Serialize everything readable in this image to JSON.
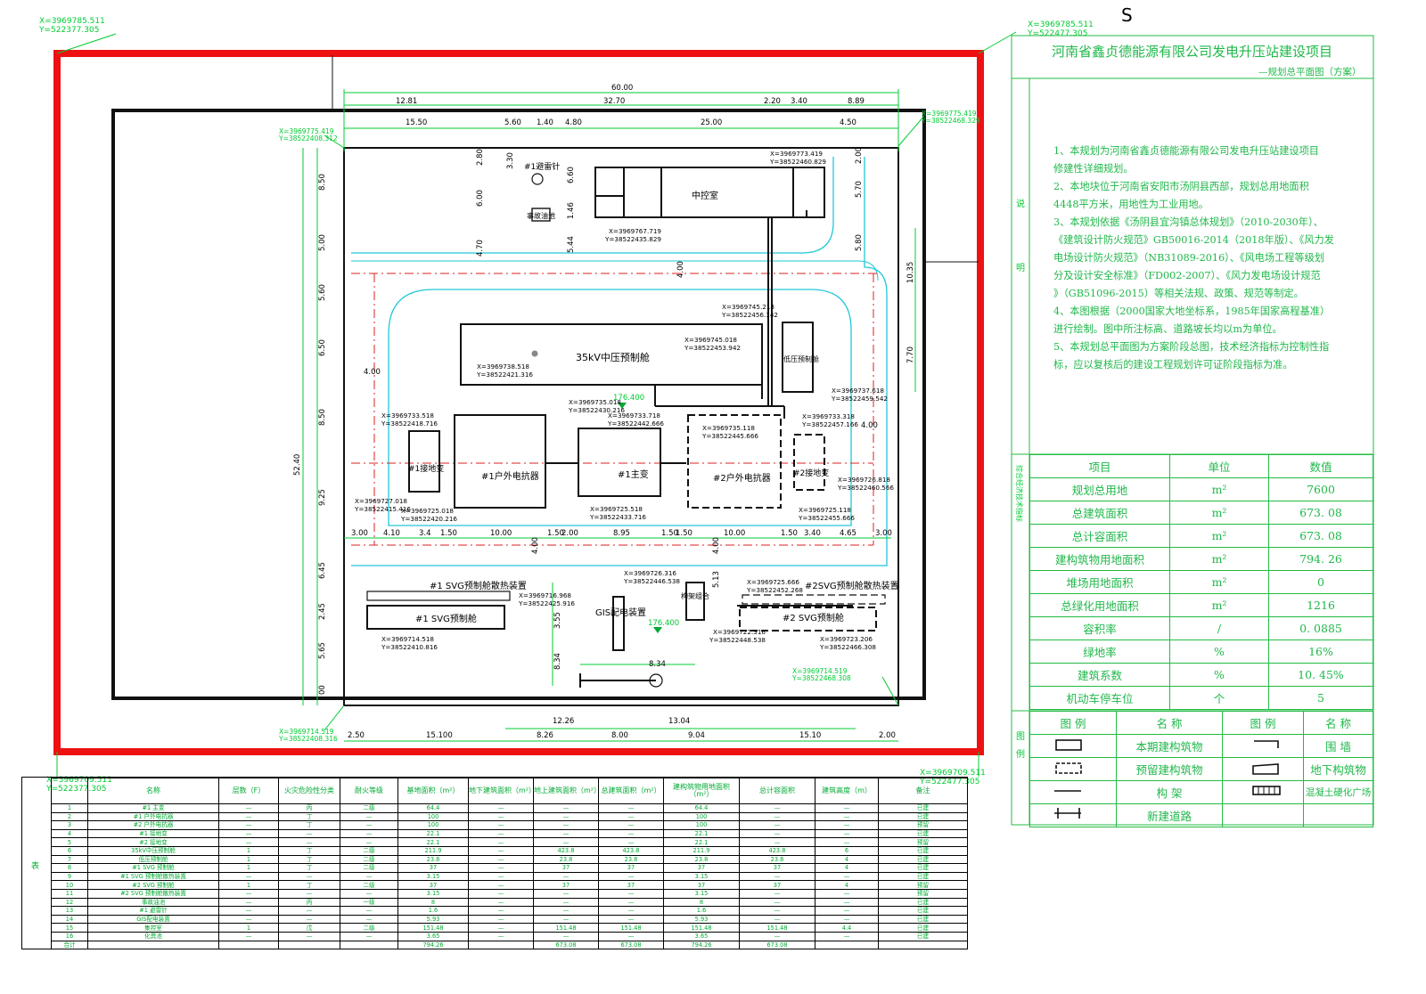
{
  "title_block": {
    "title": "河南省鑫贞德能源有限公司发电升压站建设项目",
    "subtitle": "—规划总平面图（方案）",
    "side_labels": [
      "说",
      "明",
      "综合经济技术指标",
      "图",
      "例"
    ]
  },
  "north_mark": "S",
  "notes": [
    "1、本规划为河南省鑫贞德能源有限公司发电升压站建设项目",
    "修建性详细规划。",
    "2、本地块位于河南省安阳市汤阴县西部，规划总用地面积",
    "4448平方米，用地性为工业用地。",
    "3、本规划依据《汤阴县宜沟镇总体规划》（2010-2030年）、",
    "《建筑设计防火规范》GB50016-2014（2018年版）、《风力发",
    "电场设计防火规范》（NB31089-2016）、《风电场工程等级划",
    "分及设计安全标准》（FD002-2007）、《风力发电场设计规范",
    "》（GB51096-2015）等相关法规、政策、规范等制定。",
    "4、本图根据（2000国家大地坐标系，1985年国家高程基准）",
    "进行绘制。图中所注标高、道路坡长均以m为单位。",
    "5、本规划总平面图为方案阶段总图，技术经济指标为控制性指",
    "标，应以复核后的建设工程规划许可证阶段指标为准。"
  ],
  "indicators": {
    "headers": [
      "项目",
      "单位",
      "数值"
    ],
    "rows": [
      [
        "规划总用地",
        "m²",
        "7600"
      ],
      [
        "总建筑面积",
        "m²",
        "673. 08"
      ],
      [
        "总计容面积",
        "m²",
        "673. 08"
      ],
      [
        "建构筑物用地面积",
        "m²",
        "794. 26"
      ],
      [
        "堆场用地面积",
        "m²",
        "0"
      ],
      [
        "总绿化用地面积",
        "m²",
        "1216"
      ],
      [
        "容积率",
        "/",
        "0. 0885"
      ],
      [
        "绿地率",
        "%",
        "16%"
      ],
      [
        "建筑系数",
        "%",
        "10. 45%"
      ],
      [
        "机动车停车位",
        "个",
        "5"
      ]
    ]
  },
  "legend": {
    "headers": [
      "图 例",
      "名 称",
      "图 例",
      "名 称"
    ],
    "items": [
      "本期建构筑物",
      "预留建构筑物",
      "构 架",
      "新建道路",
      "围 墙",
      "地下构筑物",
      "混凝土硬化广场"
    ]
  },
  "coords": {
    "tl_outer": [
      "X=3969785.511",
      "Y=522377.305"
    ],
    "tr_outer": [
      "X=3969785.511",
      "Y=522477.305"
    ],
    "bl_outer": [
      "X=3969709.511",
      "Y=522377.305"
    ],
    "br_outer": [
      "X=3969709.511",
      "Y=522477.305"
    ],
    "tl_site": [
      "X=3969775.419",
      "Y=38522408.312"
    ],
    "tr_site": [
      "X=3969775.419",
      "Y=38522468.329"
    ],
    "bl_site": [
      "X=3969714.519",
      "Y=38522408.316"
    ],
    "br_site": [
      "X=3969714.519",
      "Y=38522468.308"
    ]
  },
  "dims": {
    "top": [
      "60.00",
      "12.81",
      "32.70",
      "2.20",
      "3.40",
      "8.89",
      "15.50",
      "5.60",
      "1.40",
      "4.80",
      "25.00",
      "4.50"
    ],
    "left": [
      "8.50",
      "5.00",
      "5.60",
      "6.50",
      "8.50",
      "9.25",
      "6.45",
      "2.45",
      "5.65",
      "52.40",
      "00"
    ],
    "bottom": [
      "2.50",
      "15.100",
      "12.26",
      "8.26",
      "8.00",
      "13.04",
      "9.04",
      "15.10",
      "2.00"
    ],
    "mid": [
      "3.00",
      "4.10",
      "3.4",
      "1.50",
      "10.00",
      "1.50",
      "2.00",
      "8.95",
      "1.50",
      "1.50",
      "10.00",
      "1.50",
      "3.40",
      "4.65",
      "3.00"
    ],
    "inner": [
      "2.80",
      "3.30",
      "6.00",
      "4.70",
      "6.60",
      "1.46",
      "5.44",
      "4.00",
      "2.00",
      "5.70",
      "5.80",
      "10.35",
      "7.70",
      "4.00",
      "4.00",
      "4.00",
      "4.00",
      "5.13",
      "3.55",
      "8.34"
    ]
  },
  "buildings": {
    "control_room": "中控室",
    "switchgear": "35kV中压预制舱",
    "lowvolt": "低压预制舱",
    "lightning": "#1避雷针",
    "accident_pool": "事故油池",
    "reactor1": "#1户外电抗器",
    "reactor2": "#2户外电抗器",
    "transformer": "#1主变",
    "ground1": "#1接地变",
    "ground2": "#2接地变",
    "svg1_cool": "#1 SVG预制舱散热装置",
    "svg1": "#1 SVG预制舱",
    "svg2_cool": "#2SVG预制舱散热装置",
    "svg2": "#2 SVG预制舱",
    "gis": "GIS配电装置",
    "sub_label": "构架组合",
    "elev1": "176.400",
    "elev2": "176.400"
  },
  "point_coords": [
    "X=3969773.419",
    "Y=38522460.829",
    "X=3969767.719",
    "Y=38522435.829",
    "X=3969745.218",
    "Y=38522456.142",
    "X=3969745.018",
    "Y=38522453.942",
    "X=3969738.518",
    "Y=38522421.316",
    "X=3969737.618",
    "Y=38522459.542",
    "X=3969735.018",
    "Y=38522430.216",
    "X=3969733.518",
    "Y=38522418.716",
    "X=3969733.718",
    "Y=38522442.666",
    "X=3969735.118",
    "Y=38522445.666",
    "X=3969733.318",
    "Y=38522457.166",
    "X=3969727.018",
    "Y=38522415.416",
    "X=3969725.018",
    "Y=38522420.216",
    "X=3969725.518",
    "Y=38522433.716",
    "X=3969726.818",
    "Y=38522460.566",
    "X=3969725.118",
    "Y=38522455.666",
    "X=3969726.316",
    "Y=38522446.538",
    "X=3969725.666",
    "Y=38522452.268",
    "X=3969716.968",
    "Y=38522425.916",
    "X=3969714.518",
    "Y=38522410.816",
    "X=3969722.316",
    "Y=38522448.538",
    "X=3969723.206",
    "Y=38522466.308"
  ],
  "building_table": {
    "side_label": "表",
    "headers": [
      "",
      "名称",
      "层数（F）",
      "火灾危险性分类",
      "耐火等级",
      "基地面积（m²）",
      "地下建筑面积（m²）",
      "地上建筑面积（m²）",
      "总建筑面积（m²）",
      "建构筑物用地面积（m²）",
      "总计容面积",
      "建筑高度（m）",
      "备注"
    ],
    "rows": [
      [
        "1",
        "#1 主变",
        "—",
        "丙",
        "二级",
        "64.4",
        "—",
        "—",
        "—",
        "64.4",
        "—",
        "—",
        "已建"
      ],
      [
        "2",
        "#1 户外电抗器",
        "—",
        "丁",
        "—",
        "100",
        "—",
        "—",
        "—",
        "100",
        "—",
        "—",
        "已建"
      ],
      [
        "3",
        "#2 户外电抗器",
        "—",
        "丁",
        "—",
        "100",
        "—",
        "—",
        "—",
        "100",
        "—",
        "—",
        "预留"
      ],
      [
        "4",
        "#1 接地变",
        "—",
        "—",
        "—",
        "22.1",
        "—",
        "—",
        "—",
        "22.1",
        "—",
        "—",
        "已建"
      ],
      [
        "5",
        "#2 接地变",
        "—",
        "—",
        "—",
        "22.1",
        "—",
        "—",
        "—",
        "22.1",
        "—",
        "—",
        "预留"
      ],
      [
        "6",
        "35kV中压预制舱",
        "1",
        "丁",
        "二级",
        "211.9",
        "—",
        "423.8",
        "423.8",
        "211.9",
        "423.8",
        "6",
        "已建"
      ],
      [
        "7",
        "低压预制舱",
        "1",
        "丁",
        "二级",
        "23.8",
        "—",
        "23.8",
        "23.8",
        "23.8",
        "23.8",
        "4",
        "已建"
      ],
      [
        "8",
        "#1 SVG 预制舱",
        "1",
        "丁",
        "二级",
        "37",
        "—",
        "37",
        "37",
        "37",
        "37",
        "4",
        "已建"
      ],
      [
        "9",
        "#1 SVG 预制舱散热装置",
        "—",
        "—",
        "—",
        "3.15",
        "—",
        "—",
        "—",
        "3.15",
        "—",
        "—",
        "已建"
      ],
      [
        "10",
        "#2 SVG 预制舱",
        "1",
        "丁",
        "二级",
        "37",
        "—",
        "37",
        "37",
        "37",
        "37",
        "4",
        "预留"
      ],
      [
        "11",
        "#2 SVG 预制舱散热装置",
        "—",
        "—",
        "—",
        "3.15",
        "—",
        "—",
        "—",
        "3.15",
        "—",
        "—",
        "预留"
      ],
      [
        "12",
        "事故油池",
        "—",
        "丙",
        "一级",
        "8",
        "—",
        "—",
        "—",
        "8",
        "—",
        "—",
        "已建"
      ],
      [
        "13",
        "#1 避雷针",
        "—",
        "—",
        "—",
        "1.6",
        "—",
        "—",
        "—",
        "1.6",
        "—",
        "—",
        "已建"
      ],
      [
        "14",
        "GIS配电装置",
        "—",
        "—",
        "—",
        "5.93",
        "—",
        "—",
        "—",
        "5.93",
        "—",
        "—",
        "已建"
      ],
      [
        "15",
        "集控室",
        "1",
        "戊",
        "二级",
        "151.48",
        "—",
        "151.48",
        "151.48",
        "151.48",
        "151.48",
        "4.4",
        "已建"
      ],
      [
        "16",
        "化粪池",
        "—",
        "—",
        "—",
        "3.65",
        "—",
        "—",
        "—",
        "3.65",
        "—",
        "—",
        "已建"
      ],
      [
        "合计",
        "",
        "",
        "",
        "",
        "794.26",
        "",
        "673.08",
        "673.08",
        "794.26",
        "673.08",
        "",
        ""
      ]
    ]
  }
}
